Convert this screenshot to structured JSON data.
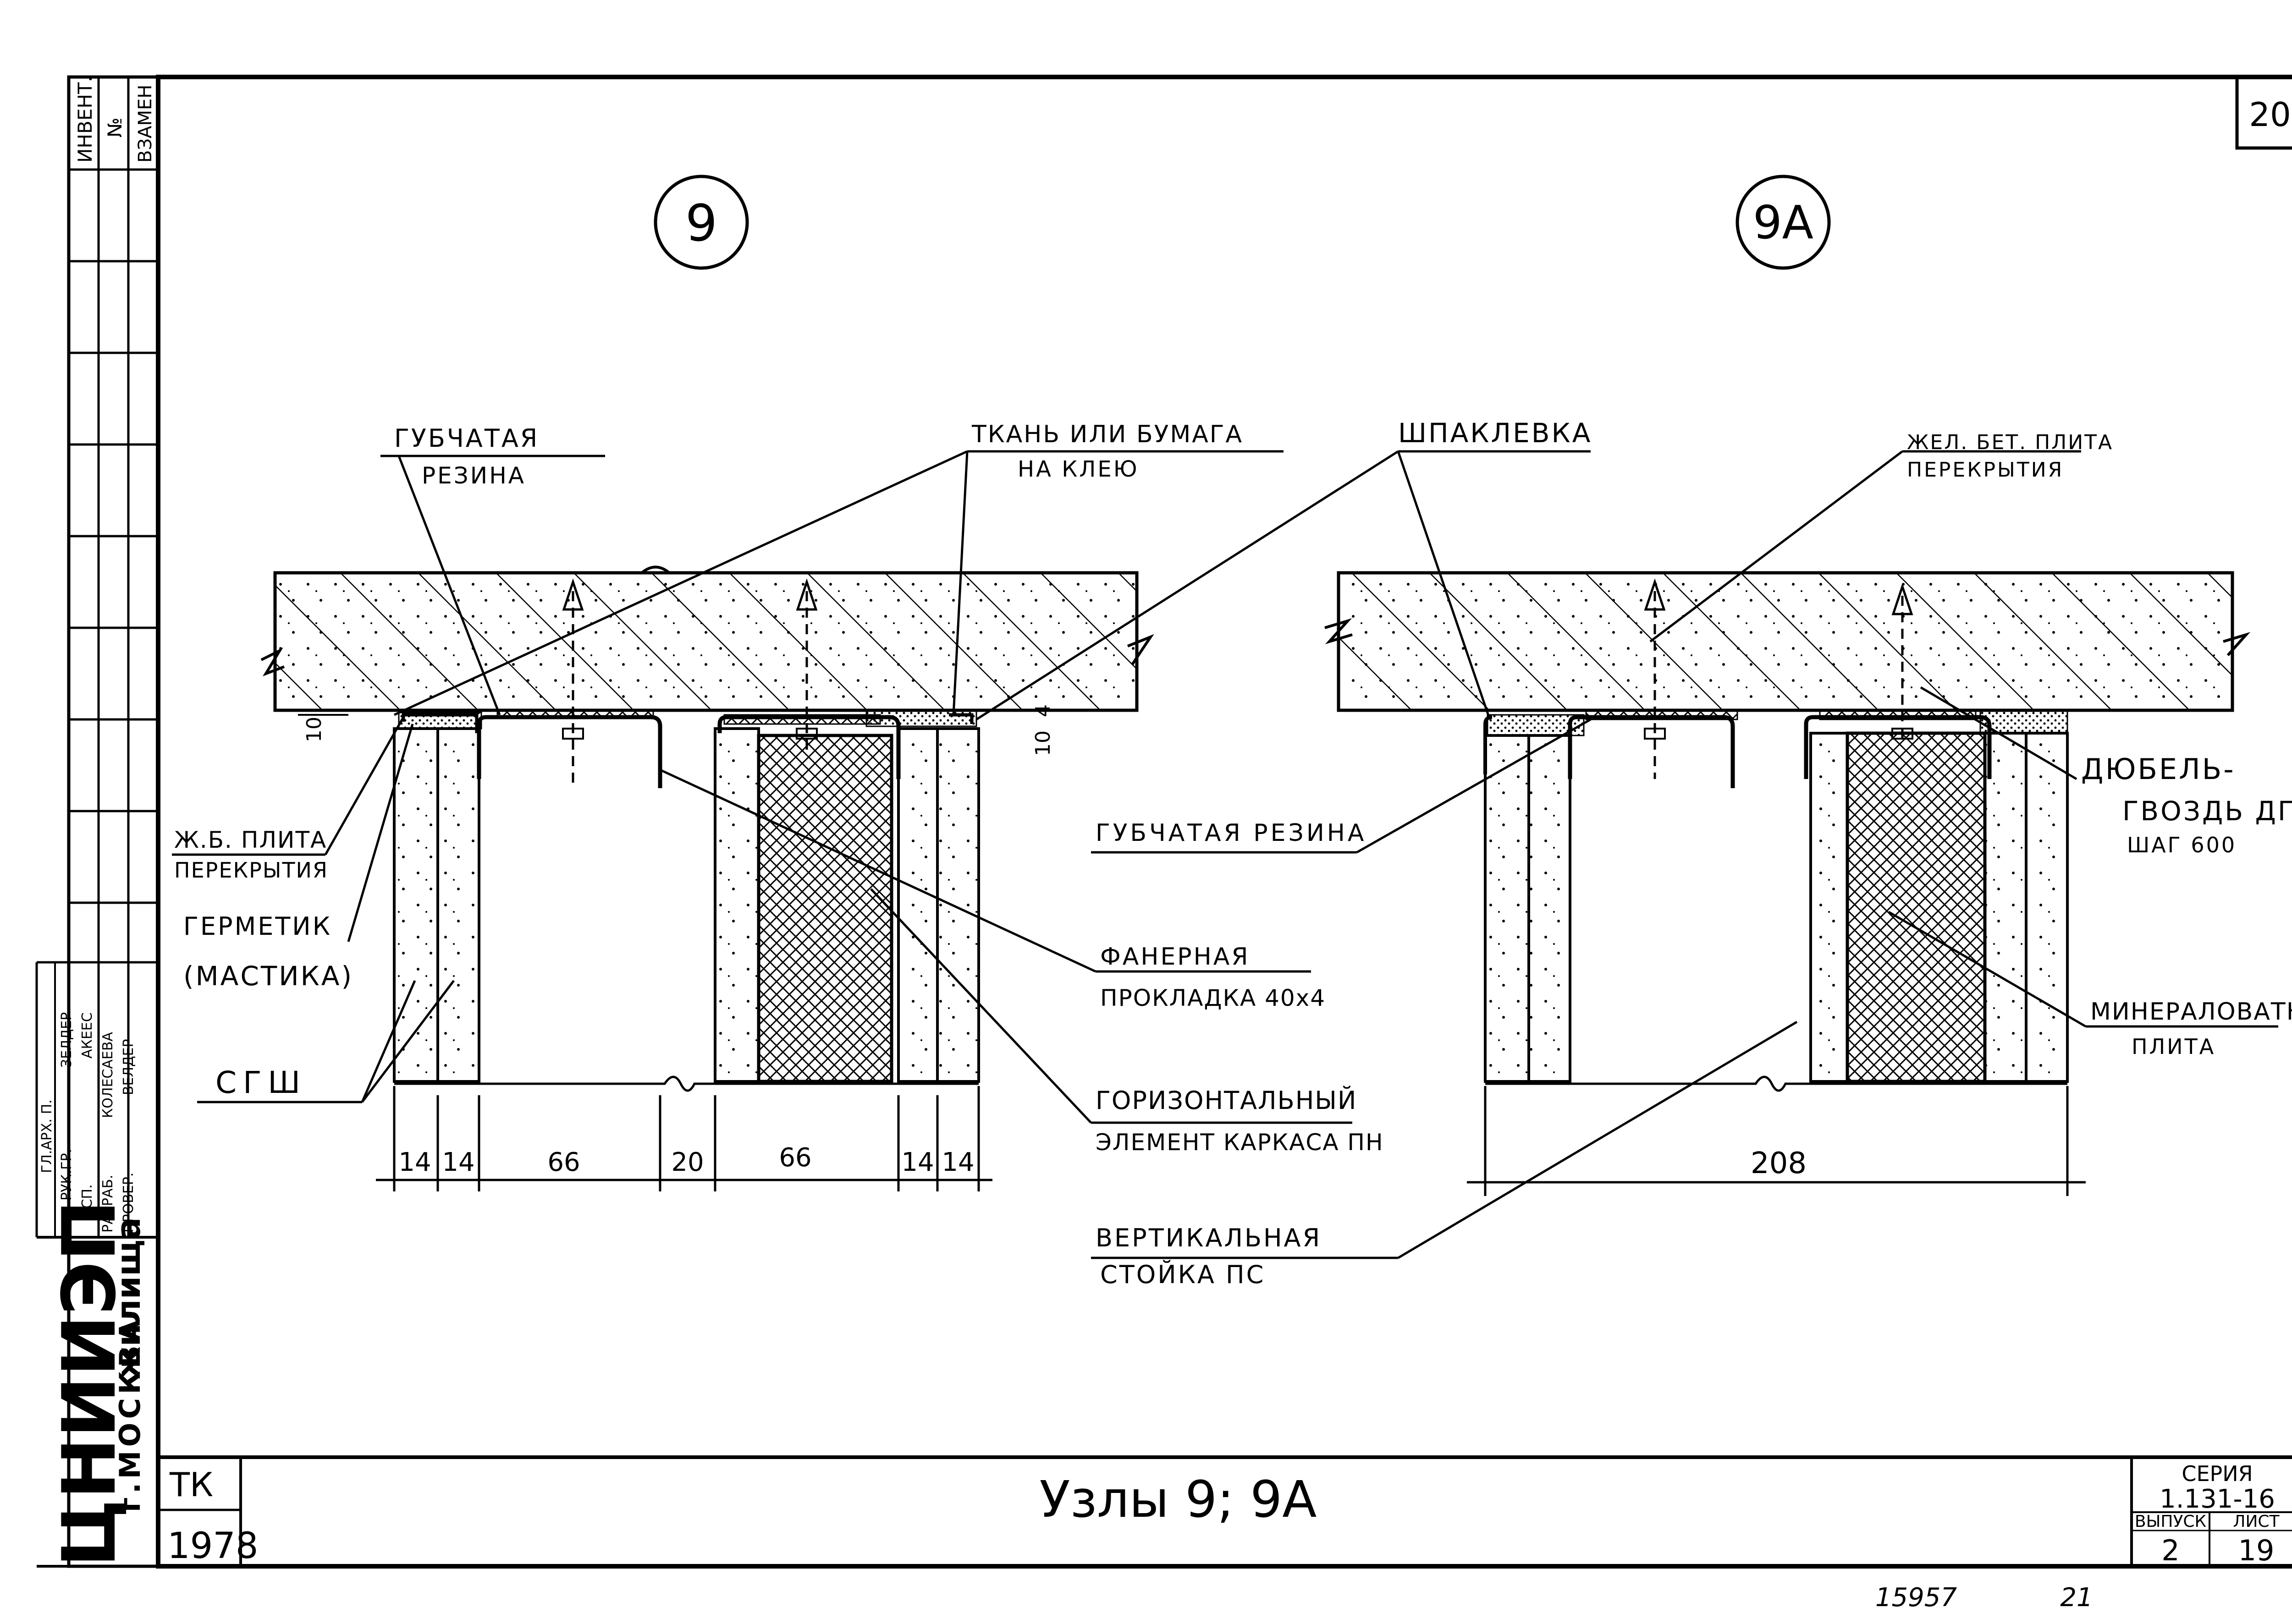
{
  "sheet": {
    "page_number": "20",
    "node_ids": [
      "9",
      "9А"
    ],
    "title": "Узлы 9; 9А",
    "org": "ТК",
    "year": "1978",
    "series_label": "СЕРИЯ",
    "series_value": "1.131-16",
    "issue_label": "ВЫПУСК",
    "issue_value": "2",
    "sheet_label": "ЛИСТ",
    "sheet_value": "19",
    "footer_left": "15957",
    "footer_right": "21",
    "institute": "ЦНИИЭП",
    "institute_sub": "жилища",
    "city": "г.МОСКВА",
    "margin_labels": [
      "ИНВЕНТ.",
      "№",
      "ВЗАМЕН"
    ],
    "stamp_roles": [
      "ГЛ.АРХ. П.",
      "РУК.ГР.",
      "ИСП.",
      "РАЗРАБ.",
      "ПРОВЕР."
    ],
    "stamp_names": [
      "ЗЕЛДЕР",
      "АКЕЕС",
      "КОЛЕСАЕВА",
      "ВЕЛДЕР"
    ]
  },
  "labels": {
    "sponge_rubber_1": "ГУБЧАТАЯ",
    "sponge_rubber_2": "РЕЗИНА",
    "fabric_1": "ТКАНЬ ИЛИ БУМАГА",
    "fabric_2": "НА КЛЕЮ",
    "putty": "ШПАКЛЕВКА",
    "slab_9a_1": "ЖЕЛ. БЕТ. ПЛИТА",
    "slab_9a_2": "ПЕРЕКРЫТИЯ",
    "slab_9_1": "Ж.Б. ПЛИТА",
    "slab_9_2": "ПЕРЕКРЫТИЯ",
    "sealant_1": "ГЕРМЕТИК",
    "sealant_2": "(МАСТИКА)",
    "gypsum_board": "СГШ",
    "sponge_rubber_line": "ГУБЧАТАЯ РЕЗИНА",
    "plywood_1": "ФАНЕРНАЯ",
    "plywood_2": "ПРОКЛАДКА 40х4",
    "horizontal_1": "ГОРИЗОНТАЛЬНЫЙ",
    "horizontal_2": "ЭЛЕМЕНТ КАРКАСА ПН",
    "dowel_1": "ДЮБЕЛЬ-",
    "dowel_2": "ГВОЗДЬ ДГ",
    "dowel_3": "ШАГ 600",
    "mineral_1": "МИНЕРАЛОВАТН.",
    "mineral_2": "ПЛИТА",
    "vertical_1": "ВЕРТИКАЛЬНАЯ",
    "vertical_2": "СТОЙКА ПС"
  },
  "dimensions": {
    "node9": [
      "14",
      "14",
      "66",
      "20",
      "66",
      "14",
      "14"
    ],
    "node9_gap_left": "10",
    "node9_gap_right": "10",
    "node9_gap_right_b": "4",
    "node9a_total": "208"
  }
}
